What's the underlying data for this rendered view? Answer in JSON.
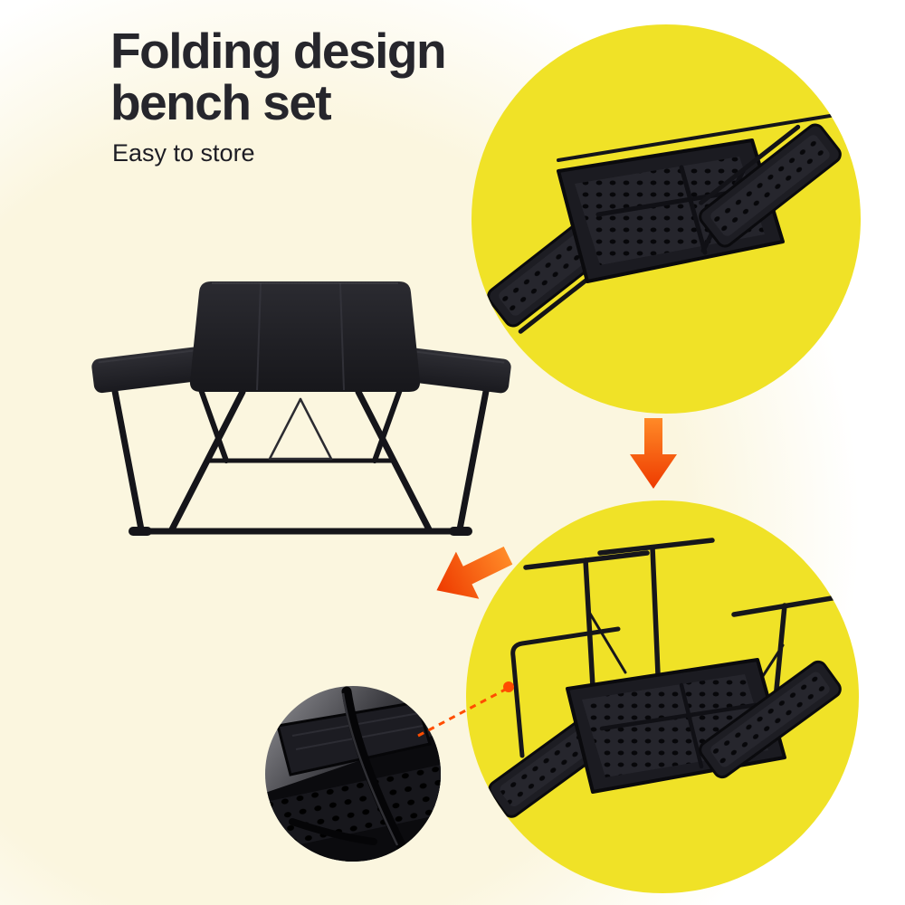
{
  "header": {
    "title_line1": "Folding design",
    "title_line2": "bench set",
    "subtitle": "Easy to store"
  },
  "colors": {
    "accent_yellow": "#f0e227",
    "accent_orange": "#ff4d00",
    "arrow_gradient_start": "#ff8a27",
    "arrow_gradient_end": "#ee3a00",
    "title_color": "#26262c",
    "background": "#ffffff",
    "background_cream": "#fbf6df",
    "product_black": "#1b1b21"
  },
  "figures": {
    "assembled": "black folding picnic bench set",
    "folded_flat": "bench set folded flat for storage",
    "half_folded": "bench set upside down with frames unfolded",
    "detail": "folding mechanism close-up"
  },
  "icons": {
    "down_arrow": "arrow-down",
    "left_arrow": "arrow-up-left"
  }
}
